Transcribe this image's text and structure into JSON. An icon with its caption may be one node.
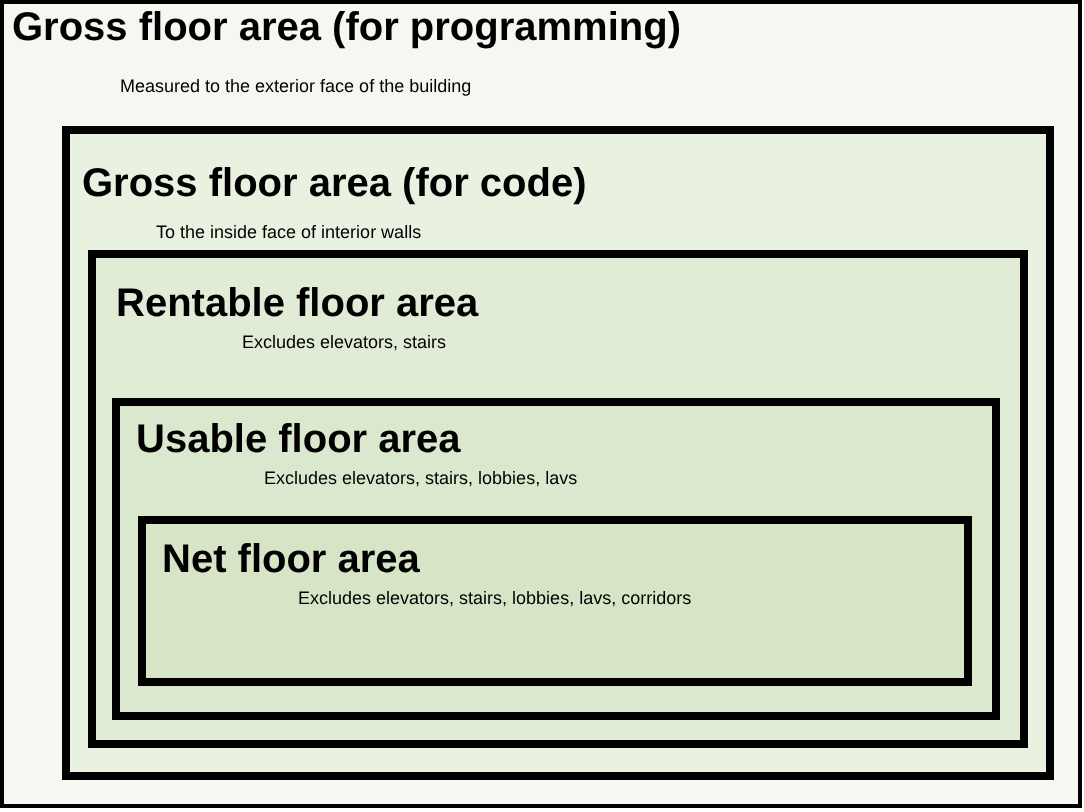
{
  "diagram": {
    "nodes": [
      {
        "text": [
          "Gross floor area (for programming)",
          "Measured to the exterior face of the building"
        ]
      },
      {
        "text": [
          "Gross floor area (for code)",
          "To the inside face of interior walls"
        ],
        "in": 0
      },
      {
        "text": [
          "Rentable floor area",
          "Excludes elevators, stairs"
        ],
        "in": 1
      },
      {
        "text": [
          "Usable floor area",
          "Excludes elevators, stairs, lobbies, lavs"
        ],
        "in": 2
      },
      {
        "text": [
          "Net floor area",
          "Excludes elevators, stairs, lobbies, lavs, corridors"
        ],
        "in": 3
      }
    ]
  }
}
